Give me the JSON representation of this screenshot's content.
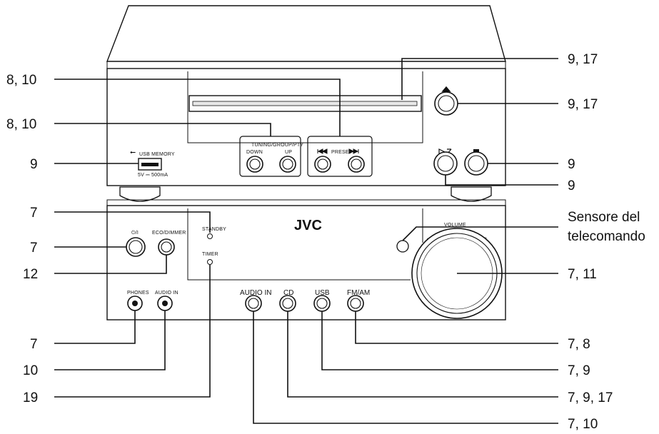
{
  "brand_logo": "JVC",
  "panel_labels": {
    "usb_memory": "USB MEMORY",
    "usb_rating": "5V ⎓ 500mA",
    "tuning_group": "TUNING/GROUP/PTY",
    "down": "DOWN",
    "up": "UP",
    "preset": "PRESET",
    "standby": "STANDBY",
    "timer": "TIMER",
    "power": "⏻/I",
    "eco_dimmer": "ECO/DIMMER",
    "phones": "PHONES",
    "audio_in_small": "AUDIO IN",
    "volume": "VOLUME",
    "audio_in": "AUDIO IN",
    "cd": "CD",
    "usb": "USB",
    "fm_am": "FM/AM"
  },
  "callouts_left": [
    {
      "id": "tuning-top",
      "text": "8, 10"
    },
    {
      "id": "tuning",
      "text": "8, 10"
    },
    {
      "id": "usb-port",
      "text": "9"
    },
    {
      "id": "standby",
      "text": "7"
    },
    {
      "id": "power",
      "text": "7"
    },
    {
      "id": "eco-dimmer",
      "text": "12"
    },
    {
      "id": "phones",
      "text": "7"
    },
    {
      "id": "audio-in-jack",
      "text": "10"
    },
    {
      "id": "timer",
      "text": "19"
    }
  ],
  "callouts_right": [
    {
      "id": "disc-slot",
      "text": "9, 17"
    },
    {
      "id": "eject",
      "text": "9, 17"
    },
    {
      "id": "stop",
      "text": "9"
    },
    {
      "id": "play-pause",
      "text": "9"
    },
    {
      "id": "remote-sensor-line1",
      "text": "Sensore del"
    },
    {
      "id": "remote-sensor-line2",
      "text": "telecomando"
    },
    {
      "id": "volume",
      "text": "7, 11"
    },
    {
      "id": "fm-am",
      "text": "7, 8"
    },
    {
      "id": "usb",
      "text": "7, 9"
    },
    {
      "id": "cd",
      "text": "7, 9, 17"
    },
    {
      "id": "audio-in",
      "text": "7, 10"
    }
  ]
}
